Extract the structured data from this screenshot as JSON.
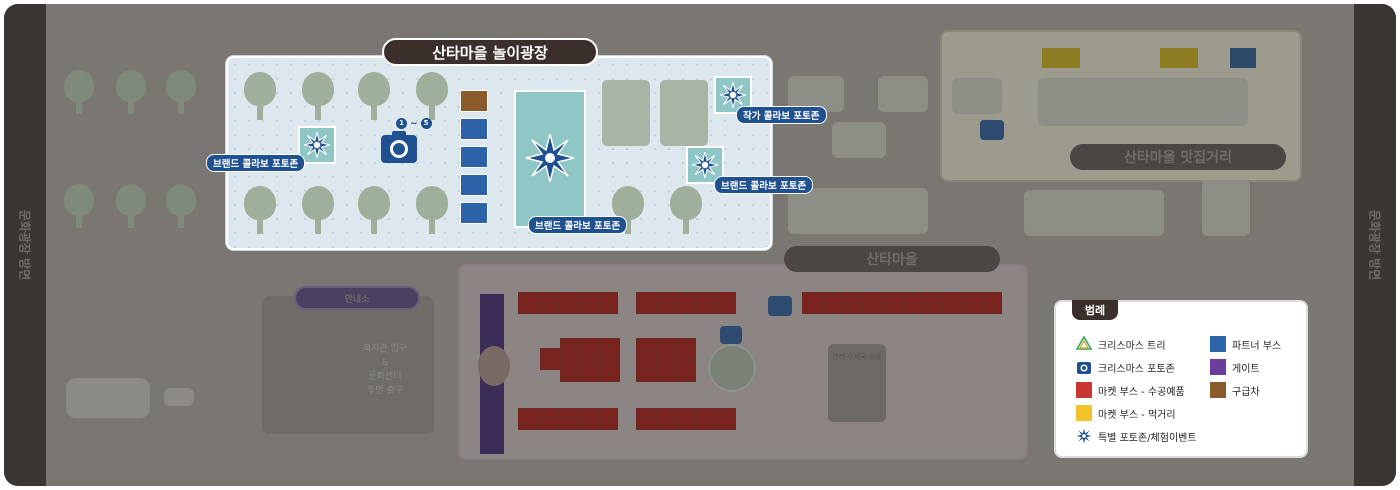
{
  "sidebars": {
    "left_label": "문화광장 방면",
    "right_label": "문화광장 방면"
  },
  "plaza": {
    "title": "산타마을 놀이광장",
    "camera_range": [
      "1",
      "5"
    ],
    "labels": {
      "brand_left": "브랜드 콜라보 포토존",
      "artist": "작가 콜라보 포토존",
      "brand_right": "브랜드 콜라보 포토존",
      "brand_center": "브랜드 콜라보 포토존"
    }
  },
  "background_zones": {
    "food_street": "산타마을 맛집거리",
    "santa_village": "산타마을",
    "info_pill": "안내소",
    "info_block_text": [
      "복지관 입구",
      "&",
      "문화센터",
      "후면 출구"
    ],
    "small_block_text": "산타 우체국 포토"
  },
  "legend": {
    "title": "범례",
    "items": [
      {
        "label": "크리스마스 트리",
        "icon": "tree-icon"
      },
      {
        "label": "파트너 부스",
        "color": "#2e64aa"
      },
      {
        "label": "크리스마스 포토존",
        "icon": "camera-icon"
      },
      {
        "label": "게이트",
        "color": "#6a3e9a"
      },
      {
        "label": "마켓 부스 - 수공예품",
        "color": "#c9382e"
      },
      {
        "label": "구급차",
        "color": "#8b5a2b"
      },
      {
        "label": "마켓 부스 - 먹거리",
        "color": "#f2c22a"
      },
      {
        "label": "특별 포토존/체험이벤트",
        "icon": "star-burst-icon"
      }
    ]
  },
  "colors": {
    "plaza_bg": "#dde8ee",
    "accent_blue": "#1f5190",
    "stage_teal": "#8ec7c6",
    "title_dark": "#3b2f2b"
  }
}
